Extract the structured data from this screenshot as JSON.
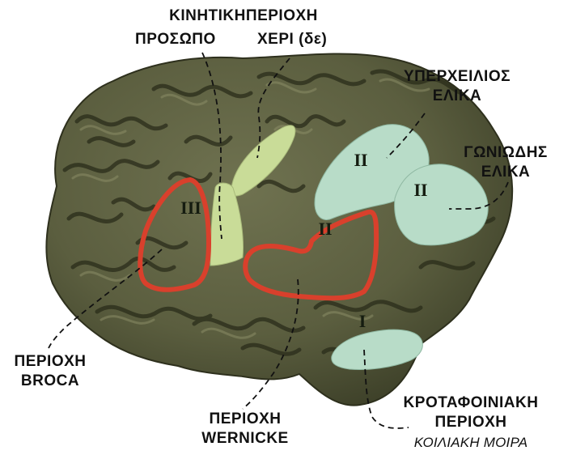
{
  "colors": {
    "brain_fill": "#5b5e3f",
    "brain_shadow": "#353824",
    "gyri_light": "#8b8d66",
    "sulci_dark": "#2a2c1a",
    "language_outline": "#d9402c",
    "motor_area": "#c9dc98",
    "association_area": "#b8dcc8",
    "leader_line": "#111111"
  },
  "labels": {
    "motor_title": "ΚΙΝΗΤΙΚΗΠΕΡΙΟΧΗ",
    "face": "ΠΡΟΣΩΠΟ",
    "hand": "ΧΕΡΙ (δε)",
    "supramarginal_line1": "ΥΠΕΡΧΕΙΛΙΟΣ",
    "supramarginal_line2": "ΕΛΙΚΑ",
    "angular_line1": "ΓΩΝΙΩΔΗΣ",
    "angular_line2": "ΕΛΙΚΑ",
    "broca_line1": "ΠΕΡΙΟΧΗ",
    "broca_line2": "BROCA",
    "wernicke_line1": "ΠΕΡΙΟΧΗ",
    "wernicke_line2": "WERNICKE",
    "temporooccipital_line1": "ΚΡΟΤΑΦΟΙΝΙΑΚΗ",
    "temporooccipital_line2": "ΠΕΡΙΟΧΗ",
    "temporooccipital_line3": "ΚΟΙΛΙΑΚΗ ΜΟΙΡΑ"
  },
  "markers": {
    "broca": "III",
    "supramarginal": "II",
    "angular": "II",
    "wernicke": "II",
    "temporooccipital": "I"
  },
  "icons": {
    "brain": "brain-lateral-view-icon"
  }
}
